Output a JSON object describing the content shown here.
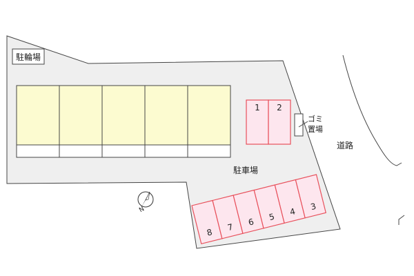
{
  "labels": {
    "bicycle_parking": "駐輪場",
    "parking_lot": "駐車場",
    "garbage_line1": "ゴミ",
    "garbage_line2": "置場",
    "road": "道路"
  },
  "parking_spaces": [
    "1",
    "2",
    "3",
    "4",
    "5",
    "6",
    "7",
    "8"
  ],
  "building_units": 5,
  "compass": {
    "north_letter": "N"
  },
  "colors": {
    "lot_fill": "#efefef",
    "lot_outline": "#444444",
    "building_fill": "#fcfbd0",
    "space_fill": "#fde6ee",
    "space_outline": "#e8505b",
    "road_line": "#444444"
  }
}
